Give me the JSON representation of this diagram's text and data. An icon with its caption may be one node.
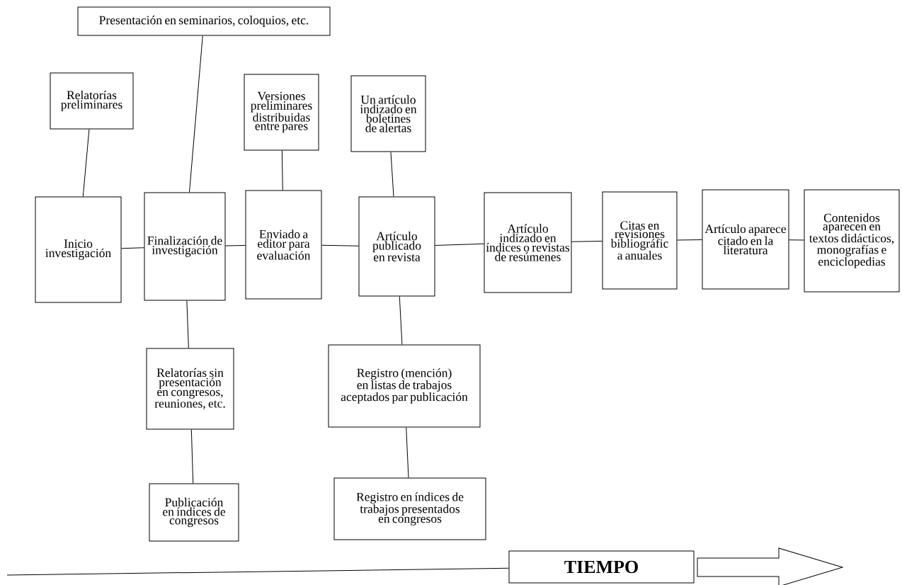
{
  "diagram": {
    "nodes": [
      {
        "text": [
          "Presentación en seminarios, coloquios, etc."
        ]
      },
      {
        "text": [
          "Relatorías preliminares"
        ]
      },
      {
        "text": [
          "Versiones preliminares distribuidas entre pares"
        ]
      },
      {
        "text": [
          "Un artículo indizado en boletines de alertas"
        ]
      },
      {
        "text": [
          "Inicio investigación"
        ]
      },
      {
        "text": [
          "Finalización de investigación"
        ]
      },
      {
        "text": [
          "Enviado a editor para evaluación"
        ]
      },
      {
        "text": [
          "Artículo publicado en revista"
        ]
      },
      {
        "text": [
          "Artículo indizado en índices o revistas de resúmenes"
        ]
      },
      {
        "text": [
          "Citas en revisiones bibliográfic a anuales"
        ]
      },
      {
        "text": [
          "Artículo aparece citado en la literatura"
        ]
      },
      {
        "text": [
          "Contenidos aparecen en textos didácticos, monografías e enciclopedias"
        ]
      },
      {
        "text": [
          "Relatorías sin presentación en congresos, reuniones, etc."
        ]
      },
      {
        "text": [
          "Registro (mención) en listas de trabajos aceptados par publicación"
        ]
      },
      {
        "text": [
          "Publicación en índices de congresos"
        ]
      },
      {
        "text": [
          "Registro en índices de trabajos presentados en congresos"
        ]
      },
      {
        "text": [
          "TIEMPO"
        ]
      }
    ],
    "edges": [
      {
        "from": 1,
        "to": 4,
        "arrow": "none"
      },
      {
        "from": 0,
        "to": 5,
        "arrow": "none"
      },
      {
        "from": 2,
        "to": 6,
        "arrow": "none"
      },
      {
        "from": 3,
        "to": 7,
        "arrow": "none"
      },
      {
        "from": 4,
        "to": 5,
        "arrow": "none"
      },
      {
        "from": 5,
        "to": 6,
        "arrow": "none"
      },
      {
        "from": 6,
        "to": 7,
        "arrow": "none"
      },
      {
        "from": 7,
        "to": 8,
        "arrow": "none"
      },
      {
        "from": 8,
        "to": 9,
        "arrow": "none"
      },
      {
        "from": 9,
        "to": 10,
        "arrow": "none"
      },
      {
        "from": 10,
        "to": 11,
        "arrow": "none"
      },
      {
        "from": 5,
        "to": 12,
        "arrow": "none"
      },
      {
        "from": 12,
        "to": 14,
        "arrow": "none"
      },
      {
        "from": 7,
        "to": 13,
        "arrow": "none"
      },
      {
        "from": 13,
        "to": 15,
        "arrow": "none"
      },
      {
        "from": null,
        "to": 16,
        "arrow": "none"
      }
    ]
  }
}
